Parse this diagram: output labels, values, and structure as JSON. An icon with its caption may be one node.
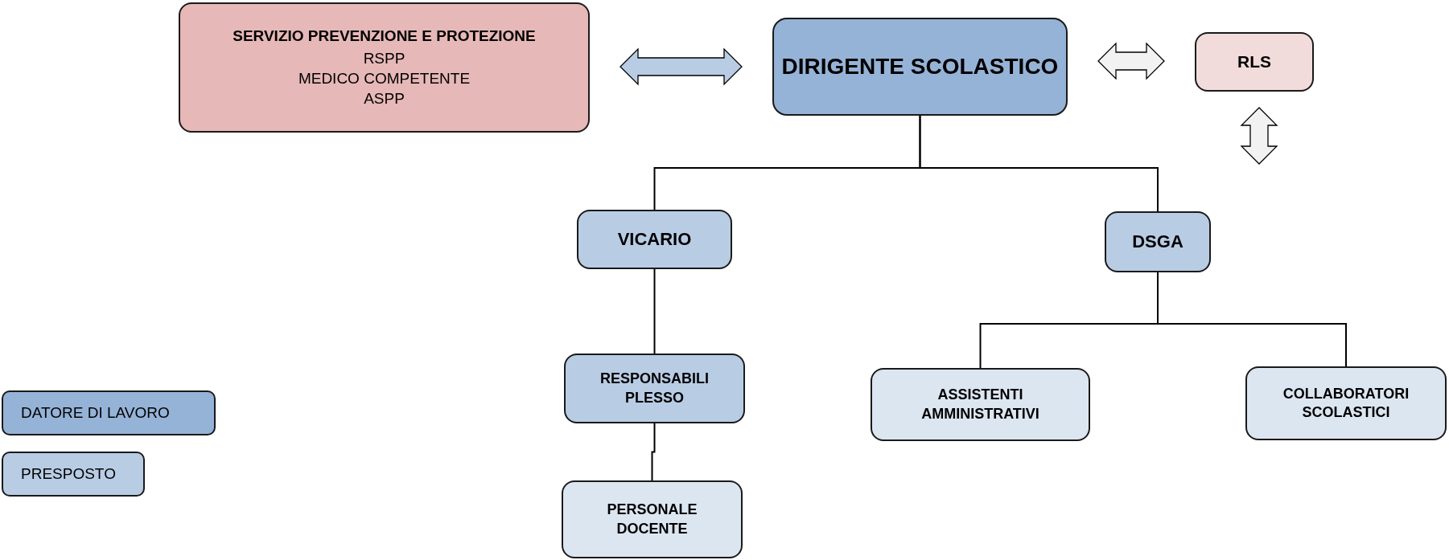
{
  "diagram": {
    "nodes": [
      {
        "text": [
          "SERVIZIO PREVENZIONE E PROTEZIONE",
          "RSPP",
          "MEDICO COMPETENTE",
          "ASPP"
        ]
      },
      {
        "text": [
          "DIRIGENTE SCOLASTICO"
        ]
      },
      {
        "text": [
          "RLS"
        ]
      },
      {
        "text": [
          "VICARIO"
        ]
      },
      {
        "text": [
          "DSGA"
        ]
      },
      {
        "text": [
          "RESPONSABILI PLESSO"
        ]
      },
      {
        "text": [
          "PERSONALE DOCENTE"
        ]
      },
      {
        "text": [
          "ASSISTENTI AMMINISTRATIVI"
        ]
      },
      {
        "text": [
          "COLLABORATORI SCOLASTICI"
        ]
      }
    ],
    "edges": [
      {
        "from": 0,
        "to": 1,
        "arrow": "both",
        "style": "thick",
        "color": "#b8cce4"
      },
      {
        "from": 1,
        "to": 2,
        "arrow": "both",
        "style": "thick"
      },
      {
        "from": 2,
        "to": null,
        "arrow": "both",
        "style": "thick"
      },
      {
        "from": 1,
        "to": 3,
        "arrow": "none"
      },
      {
        "from": 1,
        "to": 4,
        "arrow": "none"
      },
      {
        "from": 3,
        "to": 5,
        "arrow": "none"
      },
      {
        "from": 5,
        "to": 6,
        "arrow": "none"
      },
      {
        "from": 4,
        "to": 7,
        "arrow": "none"
      },
      {
        "from": 4,
        "to": 8,
        "arrow": "none"
      }
    ],
    "legend": [
      {
        "text": "DATORE DI LAVORO",
        "color": "#95b3d7"
      },
      {
        "text": "PRESPOSTO",
        "color": "#b8cce4"
      }
    ]
  }
}
